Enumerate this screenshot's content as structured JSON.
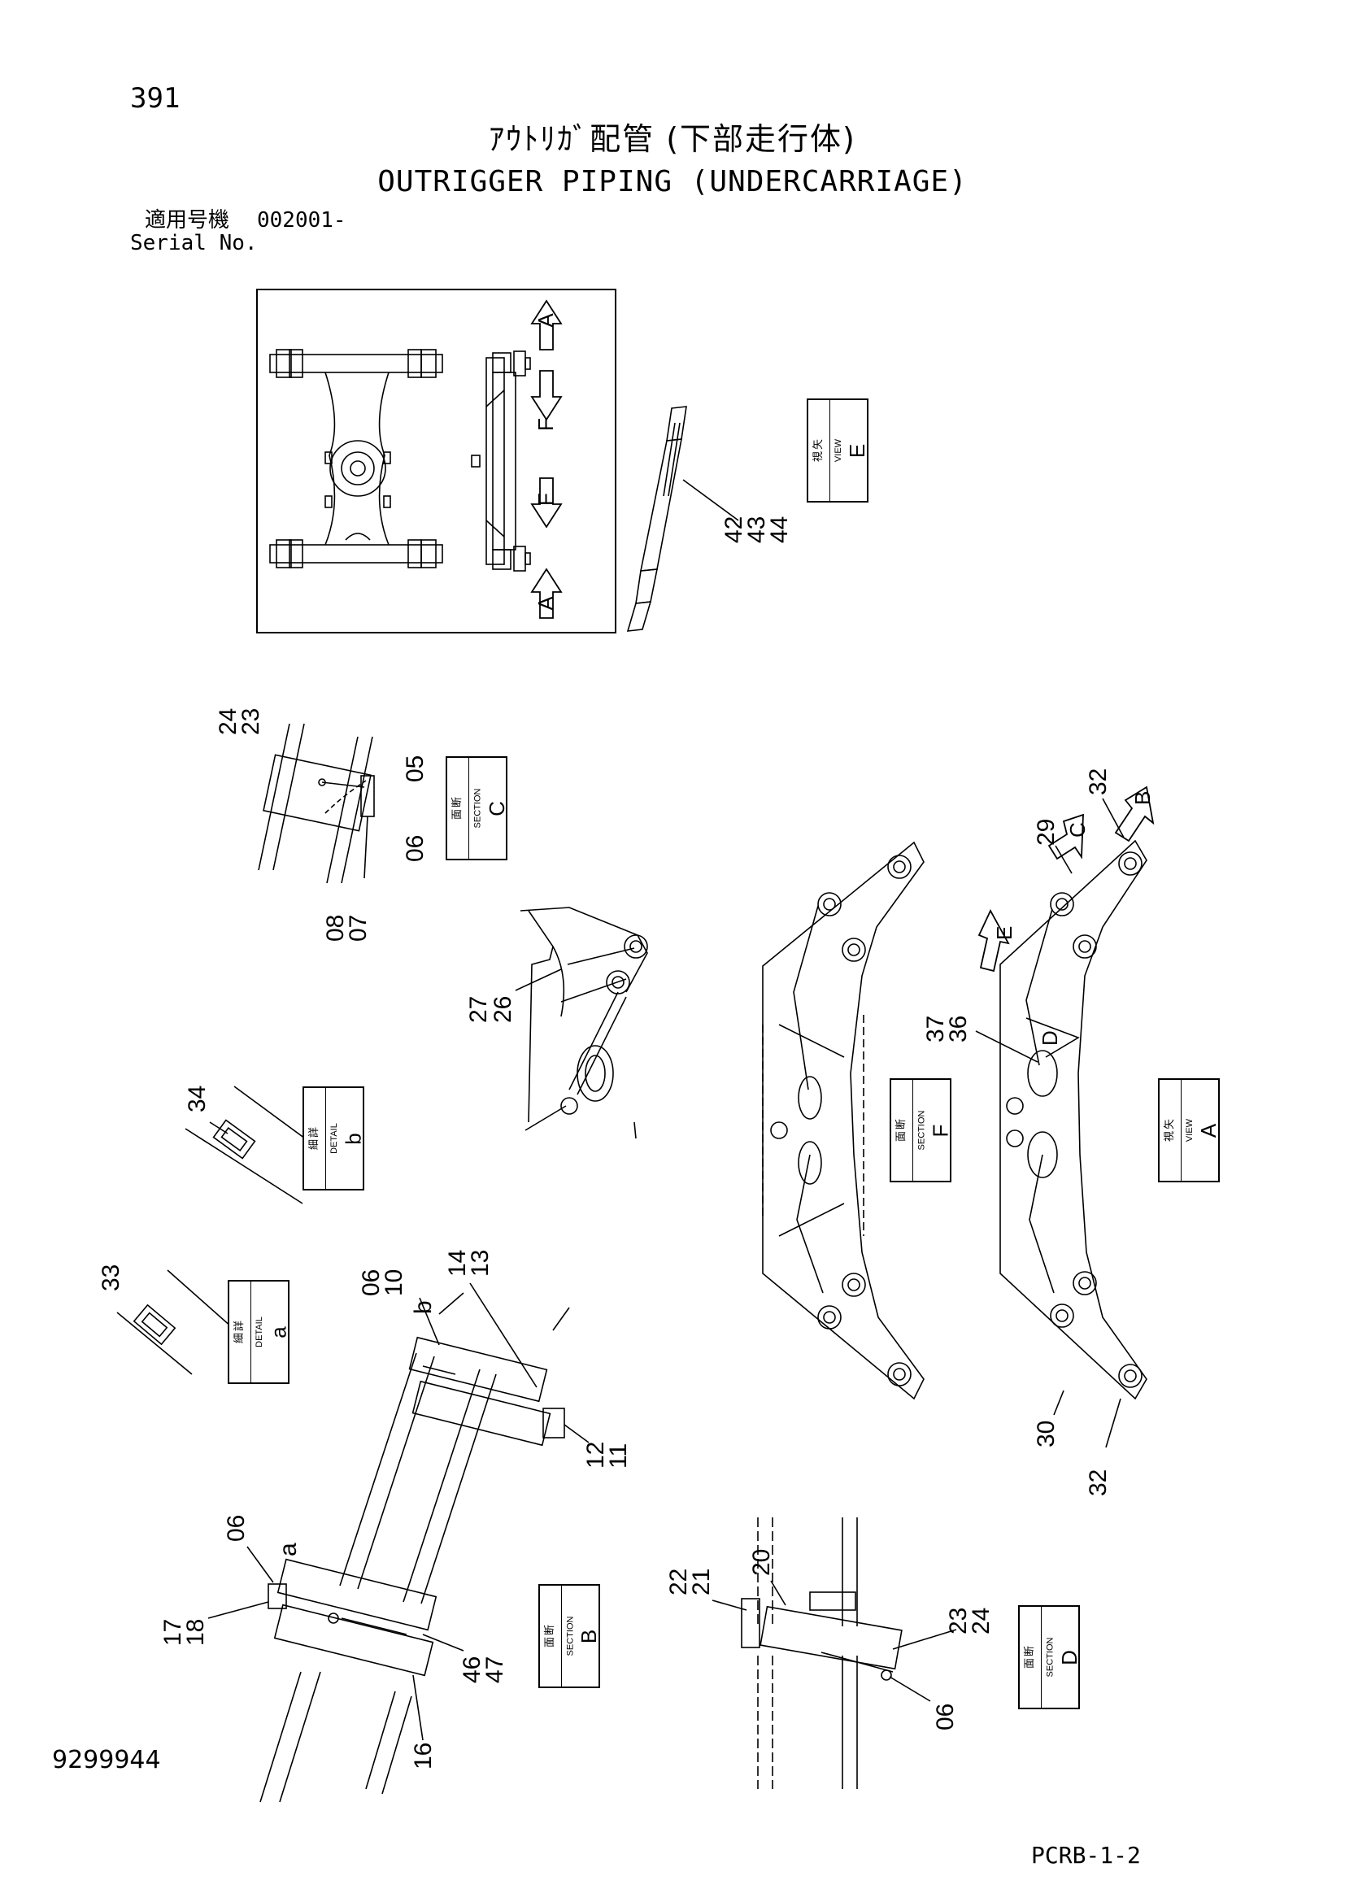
{
  "header": {
    "page_number": "391",
    "title_jp": "ｱｳﾄﾘｶﾞ配管 (下部走行体)",
    "title_en": "OUTRIGGER PIPING (UNDERCARRIAGE)",
    "serial_label_jp": "適用号機",
    "serial_value": "002001-",
    "serial_label_en": "Serial No."
  },
  "footer": {
    "doc_code": "9299944",
    "page_ref": "PCRB-1-2"
  },
  "callouts": {
    "c_42": "42",
    "c_43": "43",
    "c_44": "44",
    "c_24a": "24",
    "c_23a": "23",
    "c_05": "05",
    "c_06a": "06",
    "c_08": "08",
    "c_07": "07",
    "c_27": "27",
    "c_26": "26",
    "c_34": "34",
    "c_33": "33",
    "c_06b": "06",
    "c_10": "10",
    "c_b": "b",
    "c_14": "14",
    "c_13": "13",
    "c_12": "12",
    "c_11": "11",
    "c_06c": "06",
    "c_a": "a",
    "c_17": "17",
    "c_18": "18",
    "c_46": "46",
    "c_47": "47",
    "c_16": "16",
    "c_22": "22",
    "c_21": "21",
    "c_20": "20",
    "c_23b": "23",
    "c_24b": "24",
    "c_06d": "06",
    "c_37": "37",
    "c_36": "36",
    "c_29": "29",
    "c_32a": "32",
    "c_30": "30",
    "c_32b": "32"
  },
  "arrows": {
    "A": "A",
    "F": "F",
    "B": "B",
    "C": "C",
    "D": "D",
    "E": "E"
  },
  "tags": {
    "view_E": {
      "jp1": "矢",
      "jp2": "視",
      "en": "VIEW",
      "letter": "E"
    },
    "section_C": {
      "jp1": "断",
      "jp2": "面",
      "en": "SECTION",
      "letter": "C"
    },
    "detail_b": {
      "jp1": "詳",
      "jp2": "細",
      "en": "DETAIL",
      "letter": "b"
    },
    "section_F": {
      "jp1": "断",
      "jp2": "面",
      "en": "SECTION",
      "letter": "F"
    },
    "view_A": {
      "jp1": "矢",
      "jp2": "視",
      "en": "VIEW",
      "letter": "A"
    },
    "detail_a": {
      "jp1": "詳",
      "jp2": "細",
      "en": "DETAIL",
      "letter": "a"
    },
    "section_B": {
      "jp1": "断",
      "jp2": "面",
      "en": "SECTION",
      "letter": "B"
    },
    "section_D": {
      "jp1": "断",
      "jp2": "面",
      "en": "SECTION",
      "letter": "D"
    }
  }
}
